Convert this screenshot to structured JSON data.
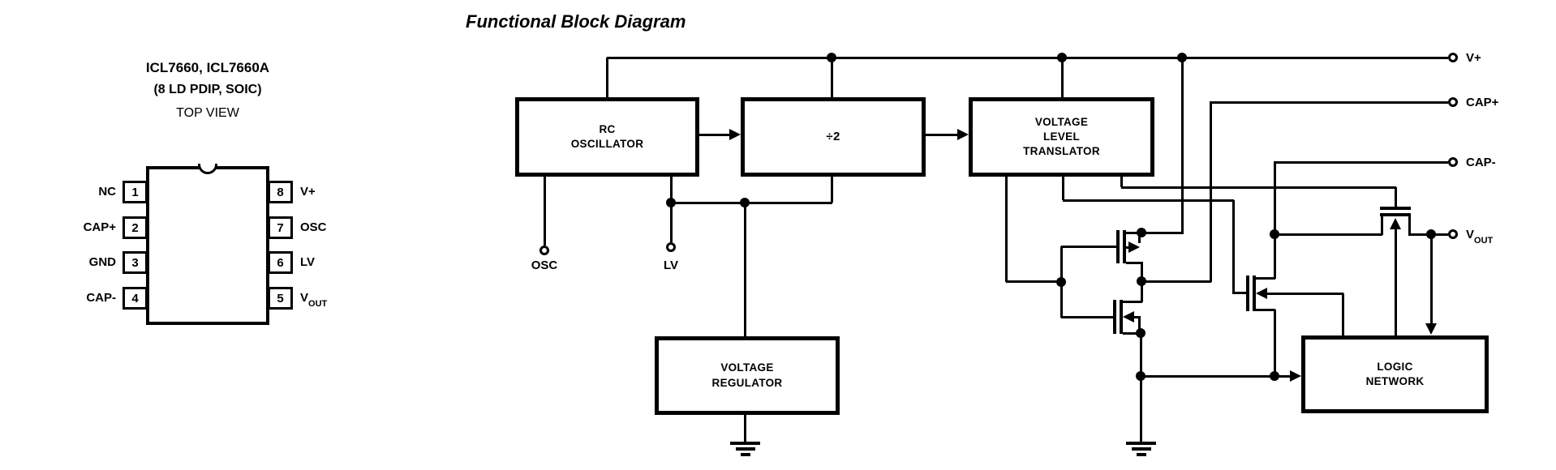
{
  "colors": {
    "ink": "#000000",
    "paper": "#ffffff"
  },
  "pin_diagram": {
    "title_line1": "ICL7660, ICL7660A",
    "title_line2": "(8 LD PDIP, SOIC)",
    "title_line3": "TOP VIEW",
    "left_pins": [
      {
        "number": "1",
        "label": "NC"
      },
      {
        "number": "2",
        "label": "CAP+"
      },
      {
        "number": "3",
        "label": "GND"
      },
      {
        "number": "4",
        "label": "CAP-"
      }
    ],
    "right_pins": [
      {
        "number": "8",
        "label": "V+"
      },
      {
        "number": "7",
        "label": "OSC"
      },
      {
        "number": "6",
        "label": "LV"
      },
      {
        "number": "5",
        "label": "V",
        "label_subscript": "OUT"
      }
    ]
  },
  "block_diagram": {
    "title": "Functional Block Diagram",
    "blocks": {
      "rc_oscillator": {
        "line1": "RC",
        "line2": "OSCILLATOR"
      },
      "divide_by_2": {
        "label": "÷2"
      },
      "voltage_level_translator": {
        "line1": "VOLTAGE",
        "line2": "LEVEL",
        "line3": "TRANSLATOR"
      },
      "voltage_regulator": {
        "line1": "VOLTAGE",
        "line2": "REGULATOR"
      },
      "logic_network": {
        "line1": "LOGIC",
        "line2": "NETWORK"
      }
    },
    "terminals": {
      "v_plus": "V+",
      "cap_plus": "CAP+",
      "cap_minus": "CAP-",
      "v_out": "V",
      "v_out_subscript": "OUT",
      "osc": "OSC",
      "lv": "LV"
    }
  }
}
